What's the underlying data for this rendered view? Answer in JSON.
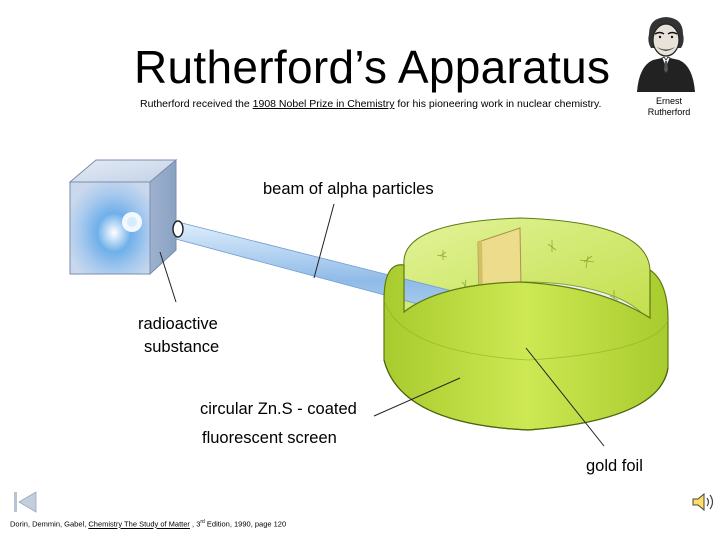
{
  "slide": {
    "title": "Rutherford’s Apparatus",
    "subtitle_before": "Rutherford received the ",
    "subtitle_link": "1908 Nobel Prize in Chemistry",
    "subtitle_after": " for his pioneering work in nuclear chemistry.",
    "portrait_name_line1": "Ernest",
    "portrait_name_line2": "Rutherford"
  },
  "labels": {
    "beam": "beam of alpha particles",
    "radioactive_line1": "radioactive",
    "radioactive_line2": "substance",
    "screen_line1": "circular Zn.S - coated",
    "screen_line2": "fluorescent screen",
    "gold_foil": "gold foil"
  },
  "citation": {
    "authors": "Dorin, Demmin, Gabel, ",
    "book_link": "Chemistry The Study of Matter",
    "edition_pre": " , 3",
    "edition_sup": "rd",
    "edition_post": " Edition, 1990, page 120"
  },
  "icons": {
    "nav": "first-slide-icon",
    "sound": "speaker-icon"
  },
  "colors": {
    "screen_green": "#c8e64a",
    "screen_dark": "#9bbd22",
    "foil_yellow": "#e9d98a",
    "beam_blue": "#9fc7ef",
    "box_blue": "#b9cde8"
  }
}
